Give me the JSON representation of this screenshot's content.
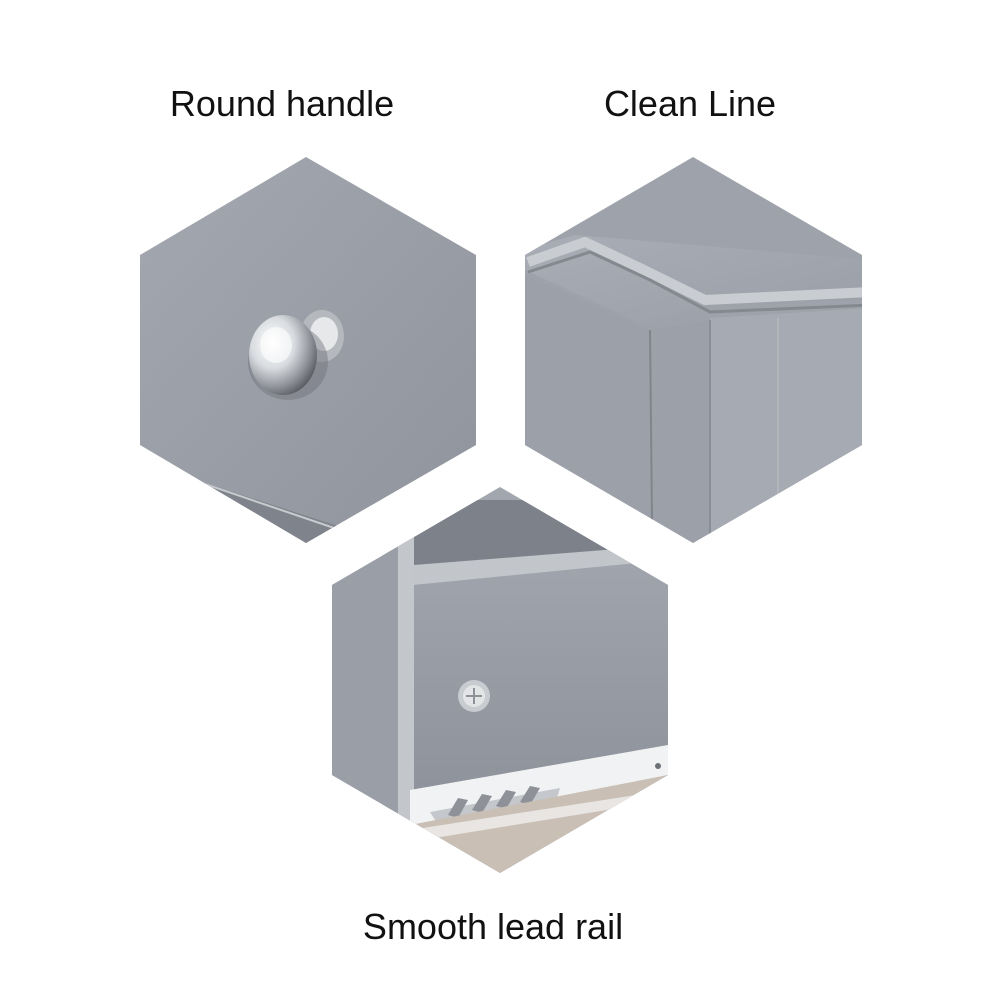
{
  "features": [
    {
      "caption": "Round handle",
      "icon": "round-knob"
    },
    {
      "caption": "Clean Line",
      "icon": "cabinet-corner-edge"
    },
    {
      "caption": "Smooth lead rail",
      "icon": "drawer-slide-rail"
    }
  ],
  "colors": {
    "background": "#ffffff",
    "panel_gray": "#9b9fa8",
    "chrome": "#d8dadd",
    "caption_text": "#111111"
  }
}
